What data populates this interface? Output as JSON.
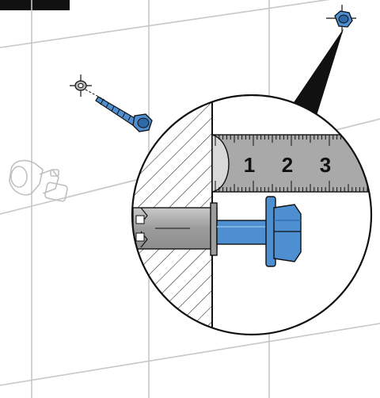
{
  "illustration": {
    "colors": {
      "tile_line": "#c7c7c7",
      "outline": "#111111",
      "screw_blue": "#4d8fd0",
      "screw_blue_dark": "#2f6aa8",
      "anchor_gray": "#b9b9b9",
      "ruler_gray": "#a9a9a9",
      "valve_gray": "#bdbdbd"
    },
    "ruler": {
      "labels": [
        "1",
        "2",
        "3"
      ]
    },
    "icons": [
      "wall-screw-icon",
      "washer-icon",
      "bolt-head-icon",
      "wall-anchor-icon",
      "angle-valve-icon",
      "magnifier-pointer-icon"
    ]
  }
}
